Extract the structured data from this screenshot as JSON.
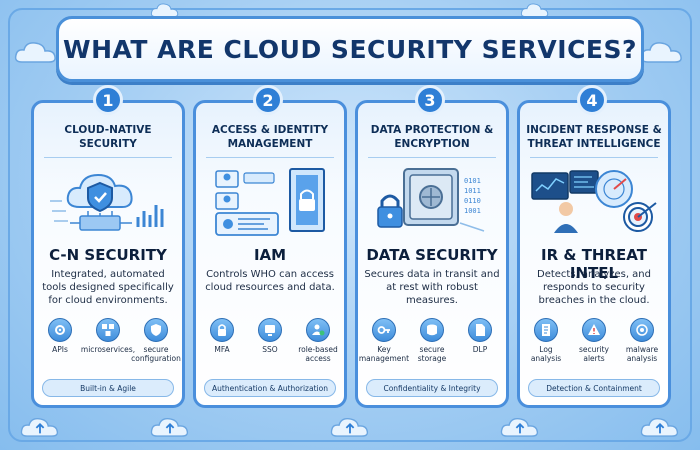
{
  "title": "WHAT ARE CLOUD SECURITY SERVICES?",
  "colors": {
    "accent": "#2f7fd6",
    "border": "#4a8fdc",
    "title_text": "#12366b",
    "background": "#a9d1f4"
  },
  "cards": [
    {
      "number": "1",
      "heading": "CLOUD-NATIVE SECURITY",
      "illustration": "cloud-shield-chip-icon",
      "label": "C-N SECURITY",
      "description": "Integrated, automated tools designed specifically for cloud environments.",
      "features": [
        {
          "icon": "api-gear-icon",
          "label": "APIs"
        },
        {
          "icon": "microservices-icon",
          "label": "microservices,"
        },
        {
          "icon": "secure-config-icon",
          "label": "secure configuration"
        }
      ],
      "tagline": "Built-in & Agile"
    },
    {
      "number": "2",
      "heading": "ACCESS & IDENTITY MANAGEMENT",
      "illustration": "id-card-door-lock-icon",
      "label": "IAM",
      "description": "Controls WHO can access cloud resources and data.",
      "features": [
        {
          "icon": "lock-icon",
          "label": "MFA"
        },
        {
          "icon": "sso-icon",
          "label": "SSO"
        },
        {
          "icon": "user-check-icon",
          "label": "role-based access"
        }
      ],
      "tagline": "Authentication & Authorization"
    },
    {
      "number": "3",
      "heading": "DATA PROTECTION & ENCRYPTION",
      "illustration": "safe-padlock-binary-icon",
      "label": "DATA SECURITY",
      "description": "Secures data in transit and at rest with robust measures.",
      "features": [
        {
          "icon": "key-icon",
          "label": "Key management"
        },
        {
          "icon": "database-icon",
          "label": "secure storage"
        },
        {
          "icon": "document-icon",
          "label": "DLP"
        }
      ],
      "tagline": "Confidentiality & Integrity"
    },
    {
      "number": "4",
      "heading": "INCIDENT RESPONSE & THREAT INTELLIGENCE",
      "illustration": "analyst-radar-target-icon",
      "label": "IR & THREAT INTEL",
      "description": "Detects, analyzes, and responds to security breaches in the cloud.",
      "features": [
        {
          "icon": "log-icon",
          "label": "Log analysis"
        },
        {
          "icon": "alert-icon",
          "label": "security alerts"
        },
        {
          "icon": "malware-target-icon",
          "label": "malware analysis"
        }
      ],
      "tagline": "Detection & Containment"
    }
  ]
}
